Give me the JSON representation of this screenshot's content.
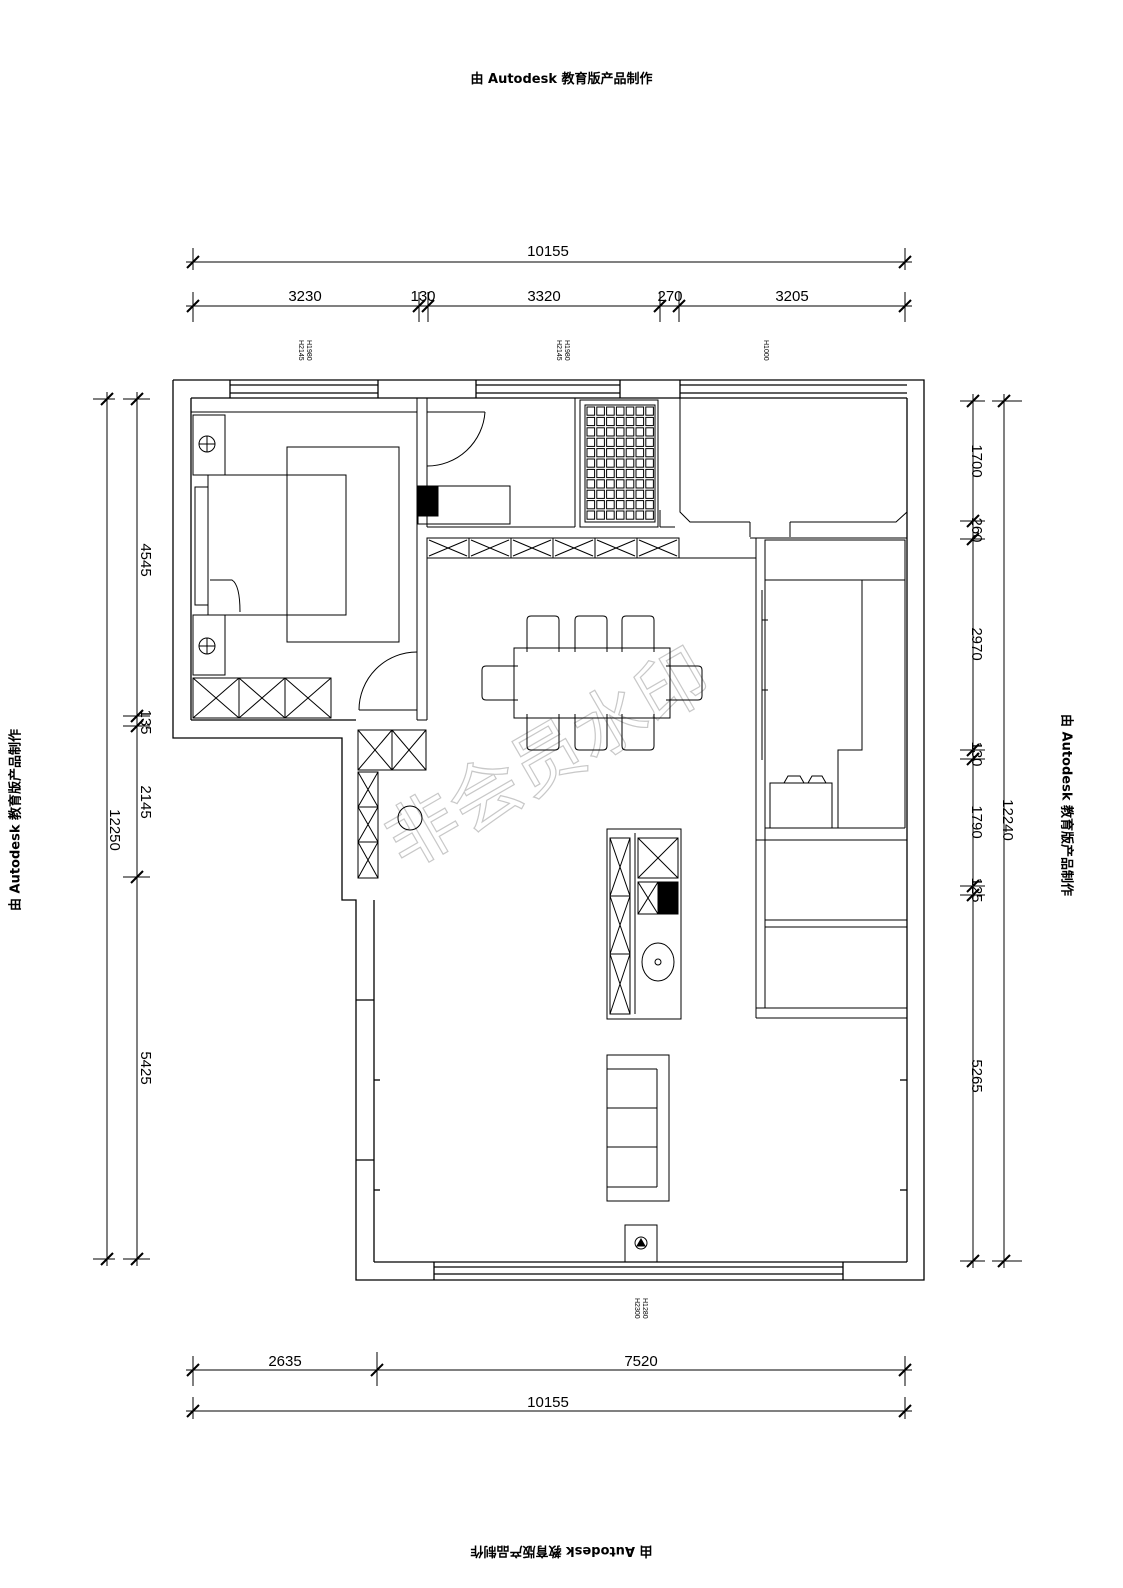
{
  "watermark_text": "由 Autodesk 教育版产品制作",
  "overlay_watermark": "非会员水印",
  "dimensions": {
    "top_total": "10155",
    "top_segments": [
      "3230",
      "130",
      "3320",
      "270",
      "3205"
    ],
    "bottom_segments": [
      "2635",
      "7520"
    ],
    "bottom_total": "10155",
    "left_total": "12250",
    "left_segments": [
      "4545",
      "135",
      "2145",
      "5425"
    ],
    "right_total": "12240",
    "right_segments": [
      "1700",
      "260",
      "2970",
      "130",
      "1790",
      "125",
      "5265"
    ]
  },
  "window_labels": {
    "top_1": [
      "H1980",
      "H2145"
    ],
    "top_2": [
      "H1980",
      "H2145"
    ],
    "top_3": [
      "H1000"
    ],
    "bottom": [
      "H1280",
      "H2300"
    ]
  },
  "line_color": "#000000"
}
